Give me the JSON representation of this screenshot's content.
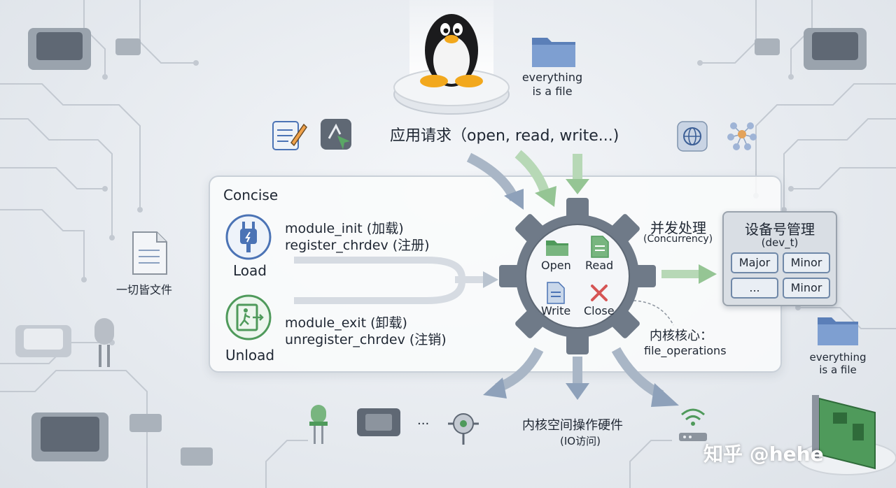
{
  "top": {
    "everything_label": "everything\nis a file",
    "app_request": "应用请求（open, read, write...)"
  },
  "panel": {
    "concise": "Concise",
    "load_label": "Load",
    "unload_label": "Unload",
    "module_init": "module_init (加载)",
    "register_chrdev": "register_chrdev (注册)",
    "module_exit": "module_exit (卸载)",
    "unregister_chrdev": "unregister_chrdev (注销)"
  },
  "gear": {
    "open": "Open",
    "read": "Read",
    "write": "Write",
    "close": "Close"
  },
  "concurrency": {
    "title": "并发处理",
    "subtitle": "(Concurrency)"
  },
  "device_numbers": {
    "title": "设备号管理",
    "subtitle": "(dev_t)",
    "cells": [
      "Major",
      "Minor",
      "...",
      "Minor"
    ]
  },
  "kernel_core": {
    "title": "内核核心：",
    "subtitle": "file_operations"
  },
  "left_label": "一切皆文件",
  "bottom": {
    "title": "内核空间操作硬件",
    "subtitle": "(IO访问)",
    "ellipsis": "..."
  },
  "right_bottom_label": "everything\nis a file",
  "watermark": "知乎 @hehe",
  "colors": {
    "gear": "#6f7a88",
    "arrow_blue": "#7f93ad",
    "arrow_green": "#8fc08f",
    "accent_blue": "#4b73b5",
    "accent_green": "#4f9a5b",
    "close_red": "#d65555"
  }
}
